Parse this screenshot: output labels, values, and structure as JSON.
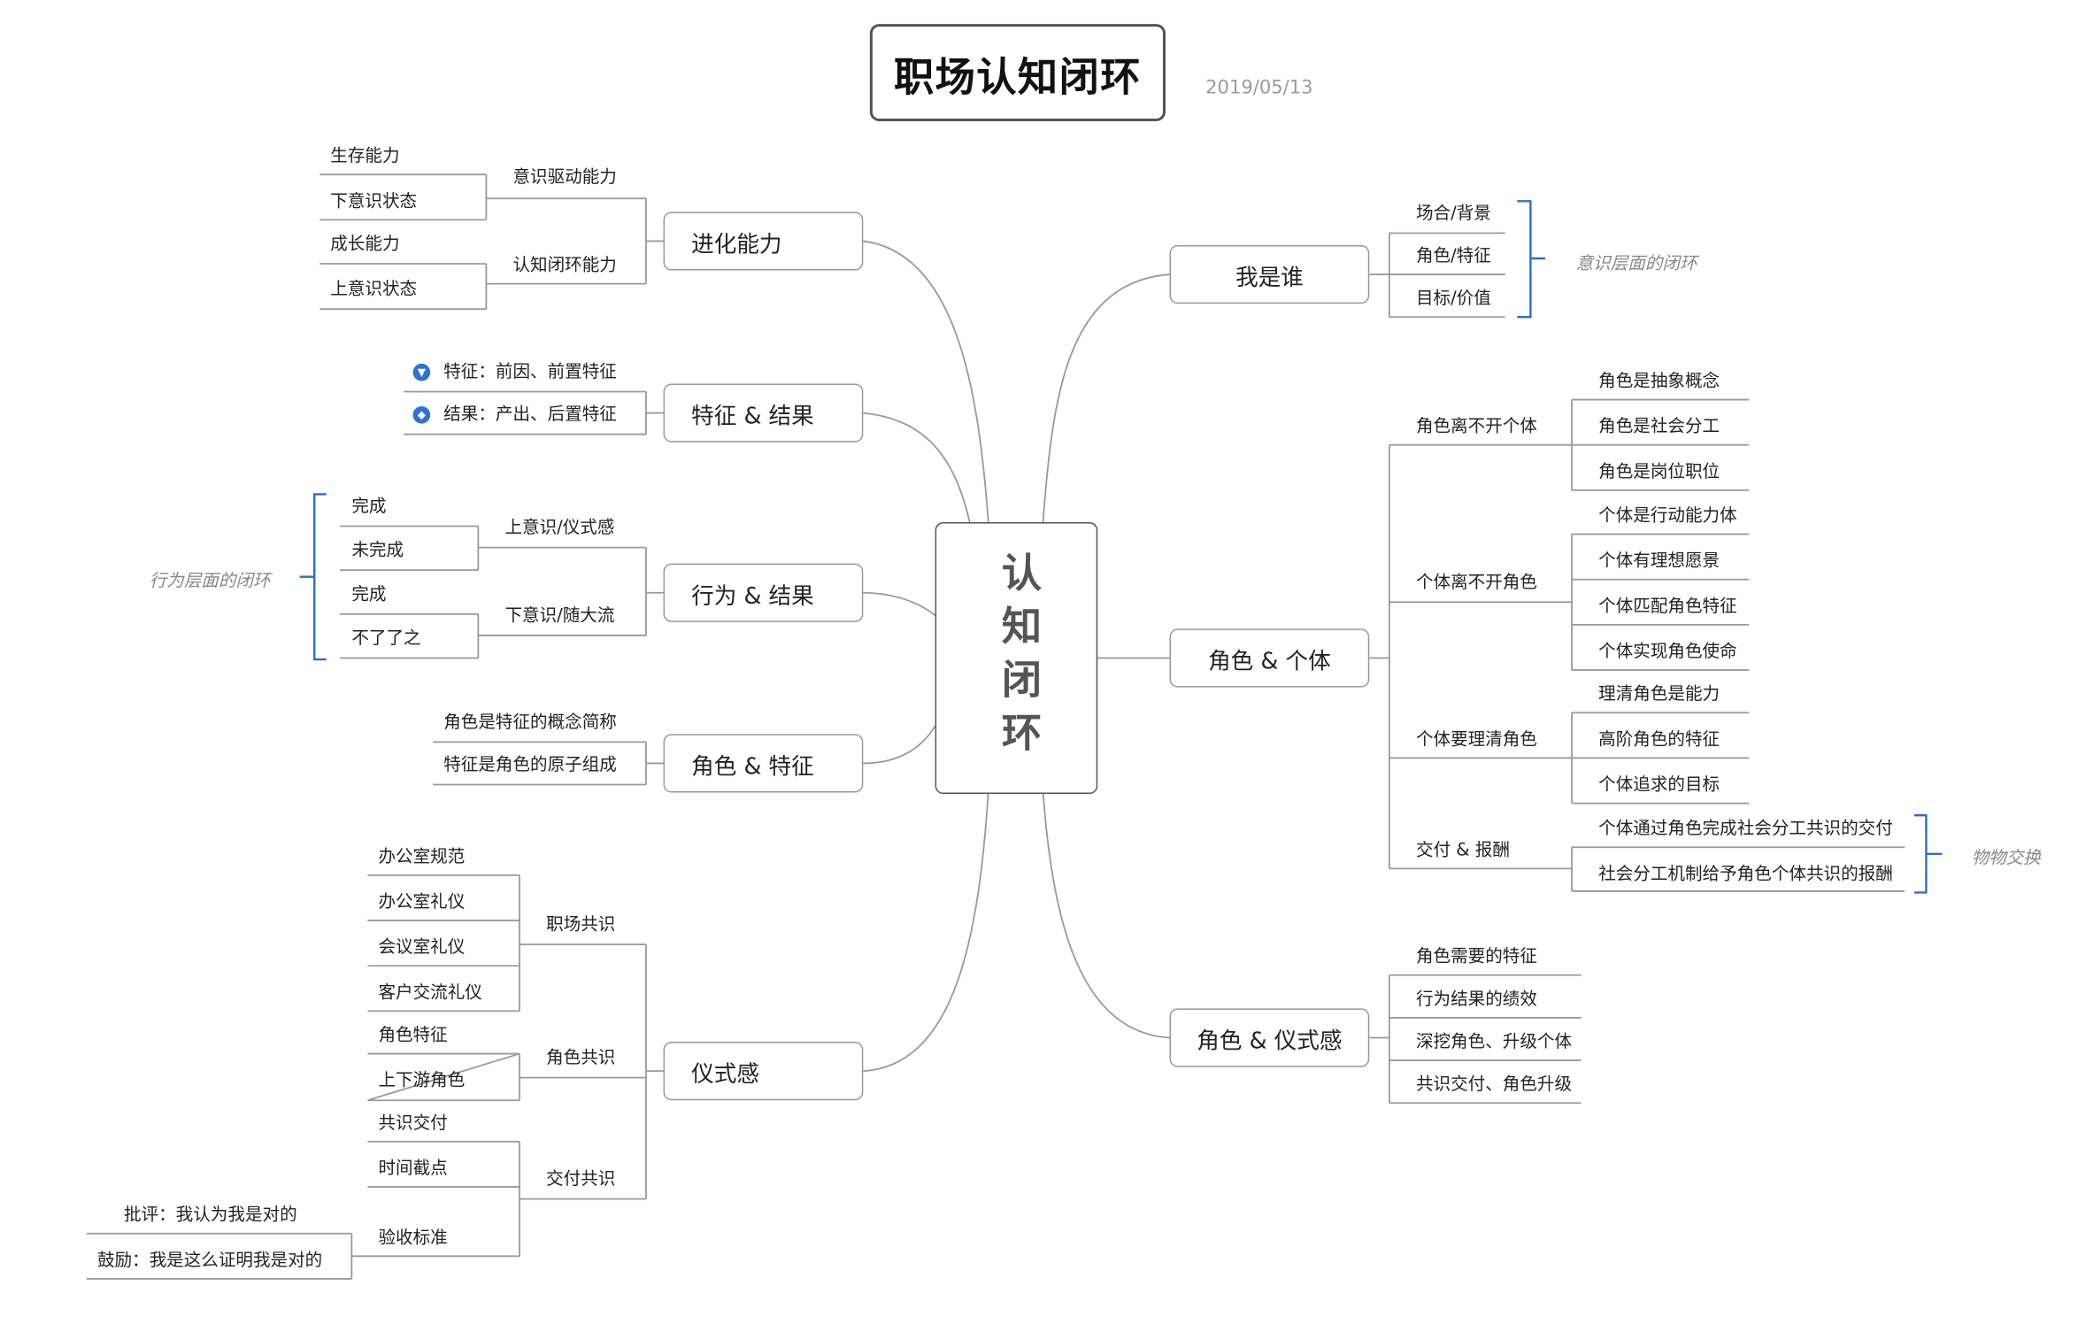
{
  "title": "职场认知闭环",
  "date": "2019/05/13",
  "center": "认知闭环",
  "branches": {
    "evolve": {
      "label": "进化能力",
      "groups": [
        {
          "label": "意识驱动能力",
          "items": [
            "生存能力",
            "下意识状态"
          ]
        },
        {
          "label": "认知闭环能力",
          "items": [
            "成长能力",
            "上意识状态"
          ]
        }
      ]
    },
    "feature_result": {
      "label": "特征 & 结果",
      "items": [
        "特征：前因、前置特征",
        "结果：产出、后置特征"
      ]
    },
    "behavior_result": {
      "label": "行为 & 结果",
      "groups": [
        {
          "label": "上意识/仪式感",
          "items": [
            "完成",
            "未完成"
          ]
        },
        {
          "label": "下意识/随大流",
          "items": [
            "完成",
            "不了了之"
          ]
        }
      ],
      "note": "行为层面的闭环"
    },
    "role_feature": {
      "label": "角色 & 特征",
      "items": [
        "角色是特征的概念简称",
        "特征是角色的原子组成"
      ]
    },
    "ritual": {
      "label": "仪式感",
      "groups": [
        {
          "label": "职场共识",
          "items": [
            "办公室规范",
            "办公室礼仪",
            "会议室礼仪",
            "客户交流礼仪"
          ]
        },
        {
          "label": "角色共识",
          "items": [
            "角色特征",
            "上下游角色"
          ]
        },
        {
          "label": "交付共识",
          "items": [
            "共识交付",
            "时间截点",
            "验收标准"
          ]
        }
      ],
      "acceptance_items": [
        "批评：我认为我是对的",
        "鼓励：我是这么证明我是对的"
      ]
    },
    "who": {
      "label": "我是谁",
      "items": [
        "场合/背景",
        "角色/特征",
        "目标/价值"
      ],
      "note": "意识层面的闭环"
    },
    "role_individual": {
      "label": "角色 & 个体",
      "groups": [
        {
          "label": "角色离不开个体",
          "items": [
            "角色是抽象概念",
            "角色是社会分工",
            "角色是岗位职位"
          ]
        },
        {
          "label": "个体离不开角色",
          "items": [
            "个体是行动能力体",
            "个体有理想愿景",
            "个体匹配角色特征",
            "个体实现角色使命"
          ]
        },
        {
          "label": "个体要理清角色",
          "items": [
            "理清角色是能力",
            "高阶角色的特征",
            "个体追求的目标"
          ]
        },
        {
          "label": "交付 & 报酬",
          "items": [
            "个体通过角色完成社会分工共识的交付",
            "社会分工机制给予角色个体共识的报酬"
          ]
        }
      ],
      "note": "物物交换"
    },
    "role_ritual": {
      "label": "角色 & 仪式感",
      "items": [
        "角色需要的特征",
        "行为结果的绩效",
        "深挖角色、升级个体",
        "共识交付、角色升级"
      ]
    }
  },
  "icons": [
    "feature-icon",
    "result-icon"
  ]
}
